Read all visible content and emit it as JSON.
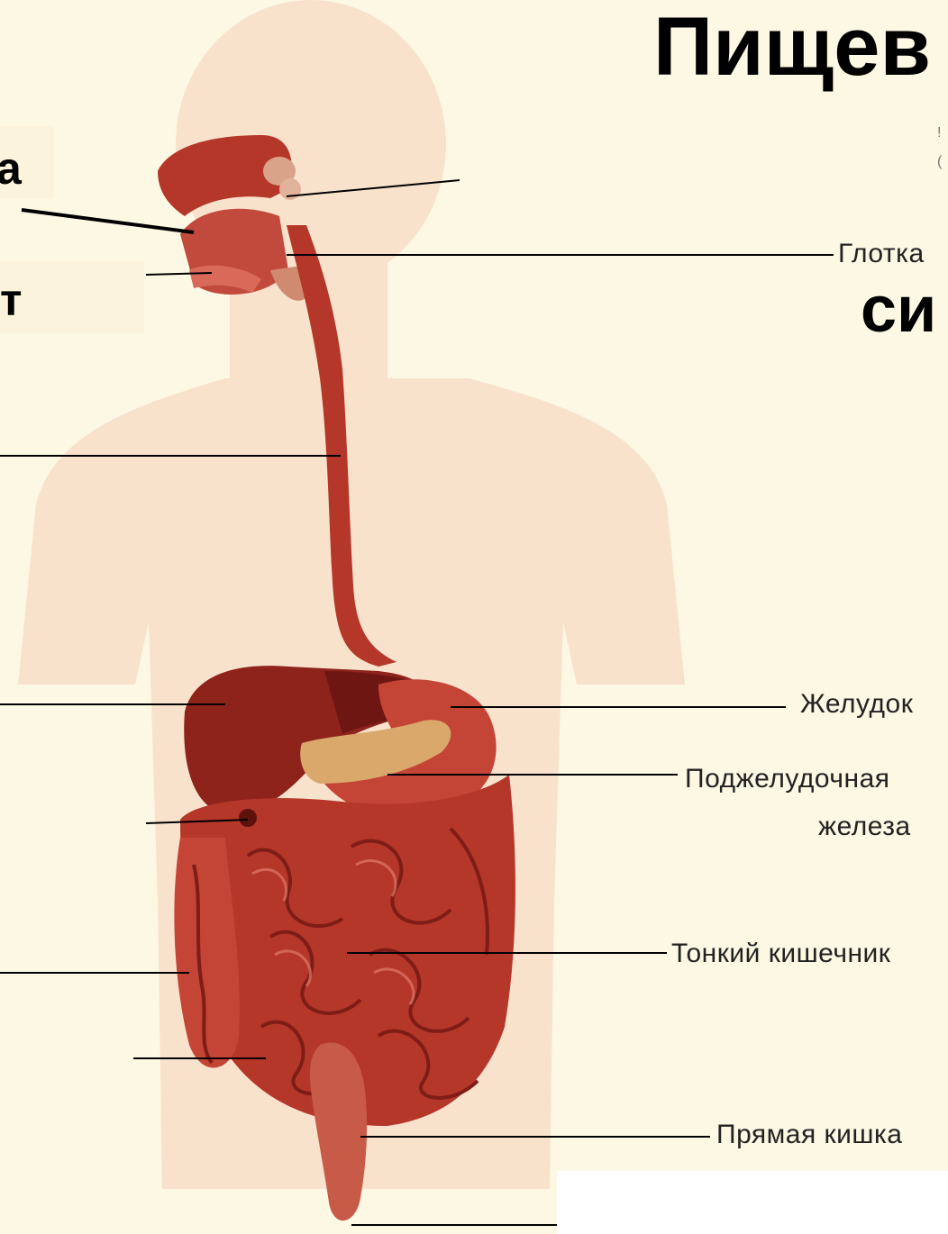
{
  "title_line1": "Пищев",
  "title_line2": "си",
  "left_partial_labels": [
    "а",
    "т"
  ],
  "right_partial_marks": [
    "!",
    "("
  ],
  "labels": {
    "pharynx": "Глотка",
    "stomach": "Желудок",
    "pancreas_line1": "Поджелудочная",
    "pancreas_line2": "железа",
    "small_intestine": "Тонкий кишечник",
    "rectum": "Прямая кишка"
  },
  "colors": {
    "background": "#fdf8e3",
    "body": "#f7dfc8",
    "organ": "#b5372a",
    "organ_dark": "#7e1c16",
    "organ_light": "#d2574a",
    "pancreas": "#d9a86a"
  }
}
